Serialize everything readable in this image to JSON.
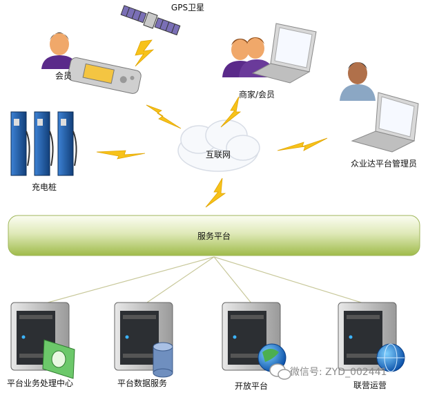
{
  "nodes": {
    "gps": "GPS卫星",
    "member": "会员",
    "merchant": "商家/会员",
    "admin": "众业达平台管理员",
    "charger": "充电桩",
    "internet": "互联网",
    "service_platform": "服务平台"
  },
  "servers": [
    {
      "label": "平台业务处理中心"
    },
    {
      "label": "平台数据服务"
    },
    {
      "label": "开放平台"
    },
    {
      "label": "联营运营"
    }
  ],
  "watermark": "微信号: ZYD_002441",
  "colors": {
    "lightning": "#f7c21a",
    "bar_top": "#f3f8e0",
    "bar_bottom": "#a9c25a",
    "person_shirt": "#5a2a8a",
    "person_skin": "#f0a86a",
    "laptop": "#d9d9d9",
    "server_dark": "#2c2f33",
    "charger_blue": "#1e5fae"
  }
}
